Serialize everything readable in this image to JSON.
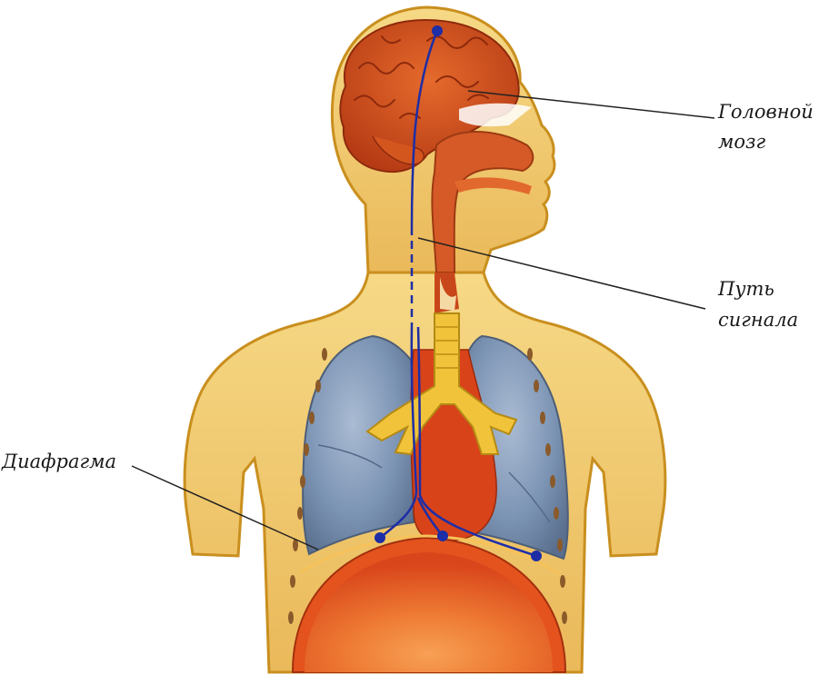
{
  "labels": {
    "brain_line1": "Головной",
    "brain_line2": "мозг",
    "signal_line1": "Путь",
    "signal_line2": "сигнала",
    "diaphragm": "Диафрагма"
  },
  "colors": {
    "skin": "#f2cf6e",
    "skin_edge": "#c98f1e",
    "brain": "#c8471a",
    "lungs": "#7d95b4",
    "trachea": "#f1c33a",
    "organs": "#d8431a",
    "diaphragm": "#e4531e",
    "nerve": "#1d2ea6",
    "leader": "#222222"
  }
}
